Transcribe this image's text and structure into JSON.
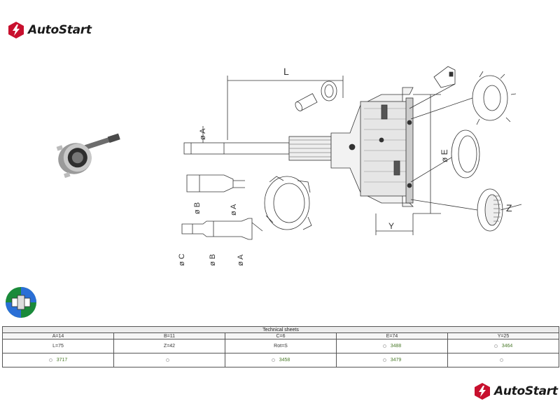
{
  "brand": {
    "name": "AutoStart",
    "color": "#c8102e"
  },
  "table": {
    "title": "Technical sheets",
    "header": [
      "A=14",
      "B=11",
      "C=6",
      "E=74",
      "Y=25"
    ],
    "row1": [
      "L=75",
      "Z=42",
      "Rot=S",
      "3488",
      "3464"
    ],
    "row2": [
      "3717",
      "",
      "3458",
      "3479",
      ""
    ]
  },
  "drawing": {
    "labels": {
      "L": "L",
      "A": "ø A",
      "B": "ø B",
      "C": "ø C",
      "E": "ø E",
      "Y": "Y",
      "Z": "Z"
    }
  }
}
